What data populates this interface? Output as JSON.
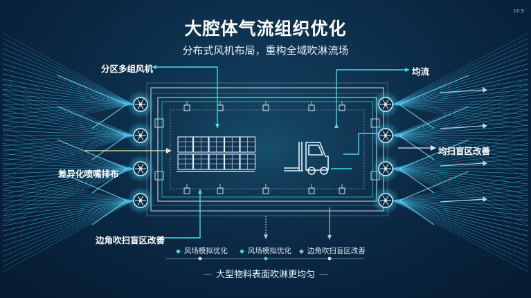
{
  "title": "大腔体气流组织优化",
  "subtitle": "分布式风机布局，重构全域吹淋流场",
  "page_tag": "16.9",
  "labels": {
    "zone_fans": "分区多组风机",
    "uniform": "均流",
    "dead_zone_right": "均扫盲区改善",
    "nozzle_layout": "差异化喷嘴排布",
    "dead_zone_corner": "边角吹扫盲区改善"
  },
  "legend": [
    {
      "label": "风场模拟优化",
      "icon": "diamond-icon",
      "color": "#2ee6cf"
    },
    {
      "label": "风场模拟优化",
      "icon": "diamond-icon",
      "color": "#2ee6cf"
    },
    {
      "label": "边角吹扫盲区改善",
      "icon": "diamond-icon",
      "color": "#a8b4bd"
    }
  ],
  "bottom_caption": "大型物料表面吹淋更均匀",
  "colors": {
    "accent": "#2ee6cf",
    "airflow": "#48c8f0",
    "chamber_line": "#d4e6f0",
    "background": "#0c2c47"
  },
  "icons": [
    "fan-icon",
    "forklift-icon",
    "pallet-stack-icon",
    "vent-icon"
  ]
}
